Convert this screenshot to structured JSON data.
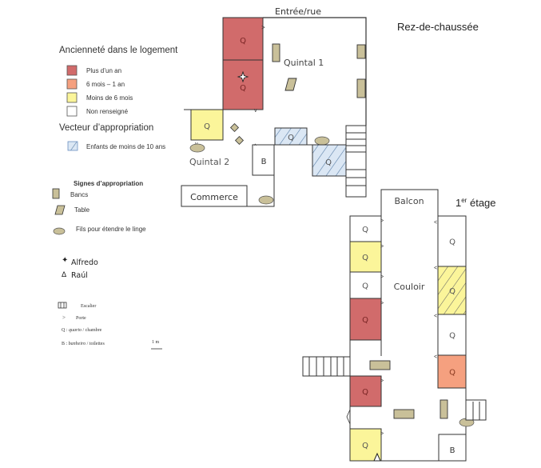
{
  "colors": {
    "plus_un_an": "#d16b6b",
    "six_mois_un_an": "#f5a07f",
    "moins_six_mois": "#fbf59a",
    "non_renseigne": "#ffffff",
    "hatch": "#5a8fc8",
    "hatch_bg": "#dbe7f4",
    "furniture": "#c9c099",
    "line": "#333333",
    "text": "#444444"
  },
  "legend": {
    "anciennete_title": "Ancienneté dans le logement",
    "anciennete_items": [
      {
        "label": "Plus d’un an",
        "color_key": "plus_un_an"
      },
      {
        "label": "6 mois – 1 an",
        "color_key": "six_mois_un_an"
      },
      {
        "label": "Moins de 6 mois",
        "color_key": "moins_six_mois"
      },
      {
        "label": "Non renseigné",
        "color_key": "non_renseigne"
      }
    ],
    "vecteur_title": "Vecteur d’appropriation",
    "vecteur_item": "Enfants de moins de 10 ans",
    "signes_title": "Signes d’appropriation",
    "signes_items": [
      {
        "icon": "bench-icon",
        "label": "Bancs"
      },
      {
        "icon": "table-icon",
        "label": "Table"
      },
      {
        "icon": "clothesline-icon",
        "label": "Fils pour étendre le linge"
      }
    ],
    "persons": [
      {
        "icon": "star-icon",
        "symbol": "✦",
        "label": "Alfredo"
      },
      {
        "icon": "triangle-icon",
        "symbol": "Δ",
        "label": "Raúl"
      }
    ],
    "symbols": [
      {
        "icon": "stairs-icon",
        "label": "Escalier"
      },
      {
        "icon": "door-icon",
        "label": "Porte"
      },
      {
        "prefix": "Q : ",
        "italic": "quarto",
        "suffix": " / chambre"
      },
      {
        "prefix": "B : ",
        "italic": "banheiro",
        "suffix": " / toilettes"
      }
    ],
    "scale": "1 m"
  },
  "ground_floor": {
    "title": "Rez-de-chaussée",
    "entrance": "Entrée/rue",
    "quintal1": "Quintal 1",
    "quintal2": "Quintal 2",
    "commerce": "Commerce",
    "bathroom": "B",
    "rooms": [
      {
        "label": "Q",
        "status": "plus_un_an",
        "children": false
      },
      {
        "label": "Q",
        "status": "plus_un_an",
        "children": false,
        "person": "Alfredo"
      },
      {
        "label": "Q",
        "status": "moins_six_mois",
        "children": false
      },
      {
        "label": "Q",
        "status": "non_renseigne",
        "children": true
      },
      {
        "label": "Q",
        "status": "non_renseigne",
        "children": true
      }
    ]
  },
  "first_floor": {
    "title_main": "1",
    "title_sup": "er",
    "title_rest": " étage",
    "balcon": "Balcon",
    "couloir": "Couloir",
    "bathroom": "B",
    "left_rooms": [
      {
        "label": "Q",
        "status": "non_renseigne",
        "children": false
      },
      {
        "label": "Q",
        "status": "moins_six_mois",
        "children": false
      },
      {
        "label": "Q",
        "status": "non_renseigne",
        "children": false
      },
      {
        "label": "Q",
        "status": "plus_un_an",
        "children": false
      },
      {
        "label": "Q",
        "status": "plus_un_an",
        "children": false
      },
      {
        "label": "Q",
        "status": "moins_six_mois",
        "children": false,
        "person": "Raúl"
      }
    ],
    "right_rooms": [
      {
        "label": "Q",
        "status": "non_renseigne",
        "children": false
      },
      {
        "label": "Q",
        "status": "moins_six_mois",
        "children": true
      },
      {
        "label": "Q",
        "status": "non_renseigne",
        "children": false
      },
      {
        "label": "Q",
        "status": "six_mois_un_an",
        "children": false
      }
    ]
  }
}
